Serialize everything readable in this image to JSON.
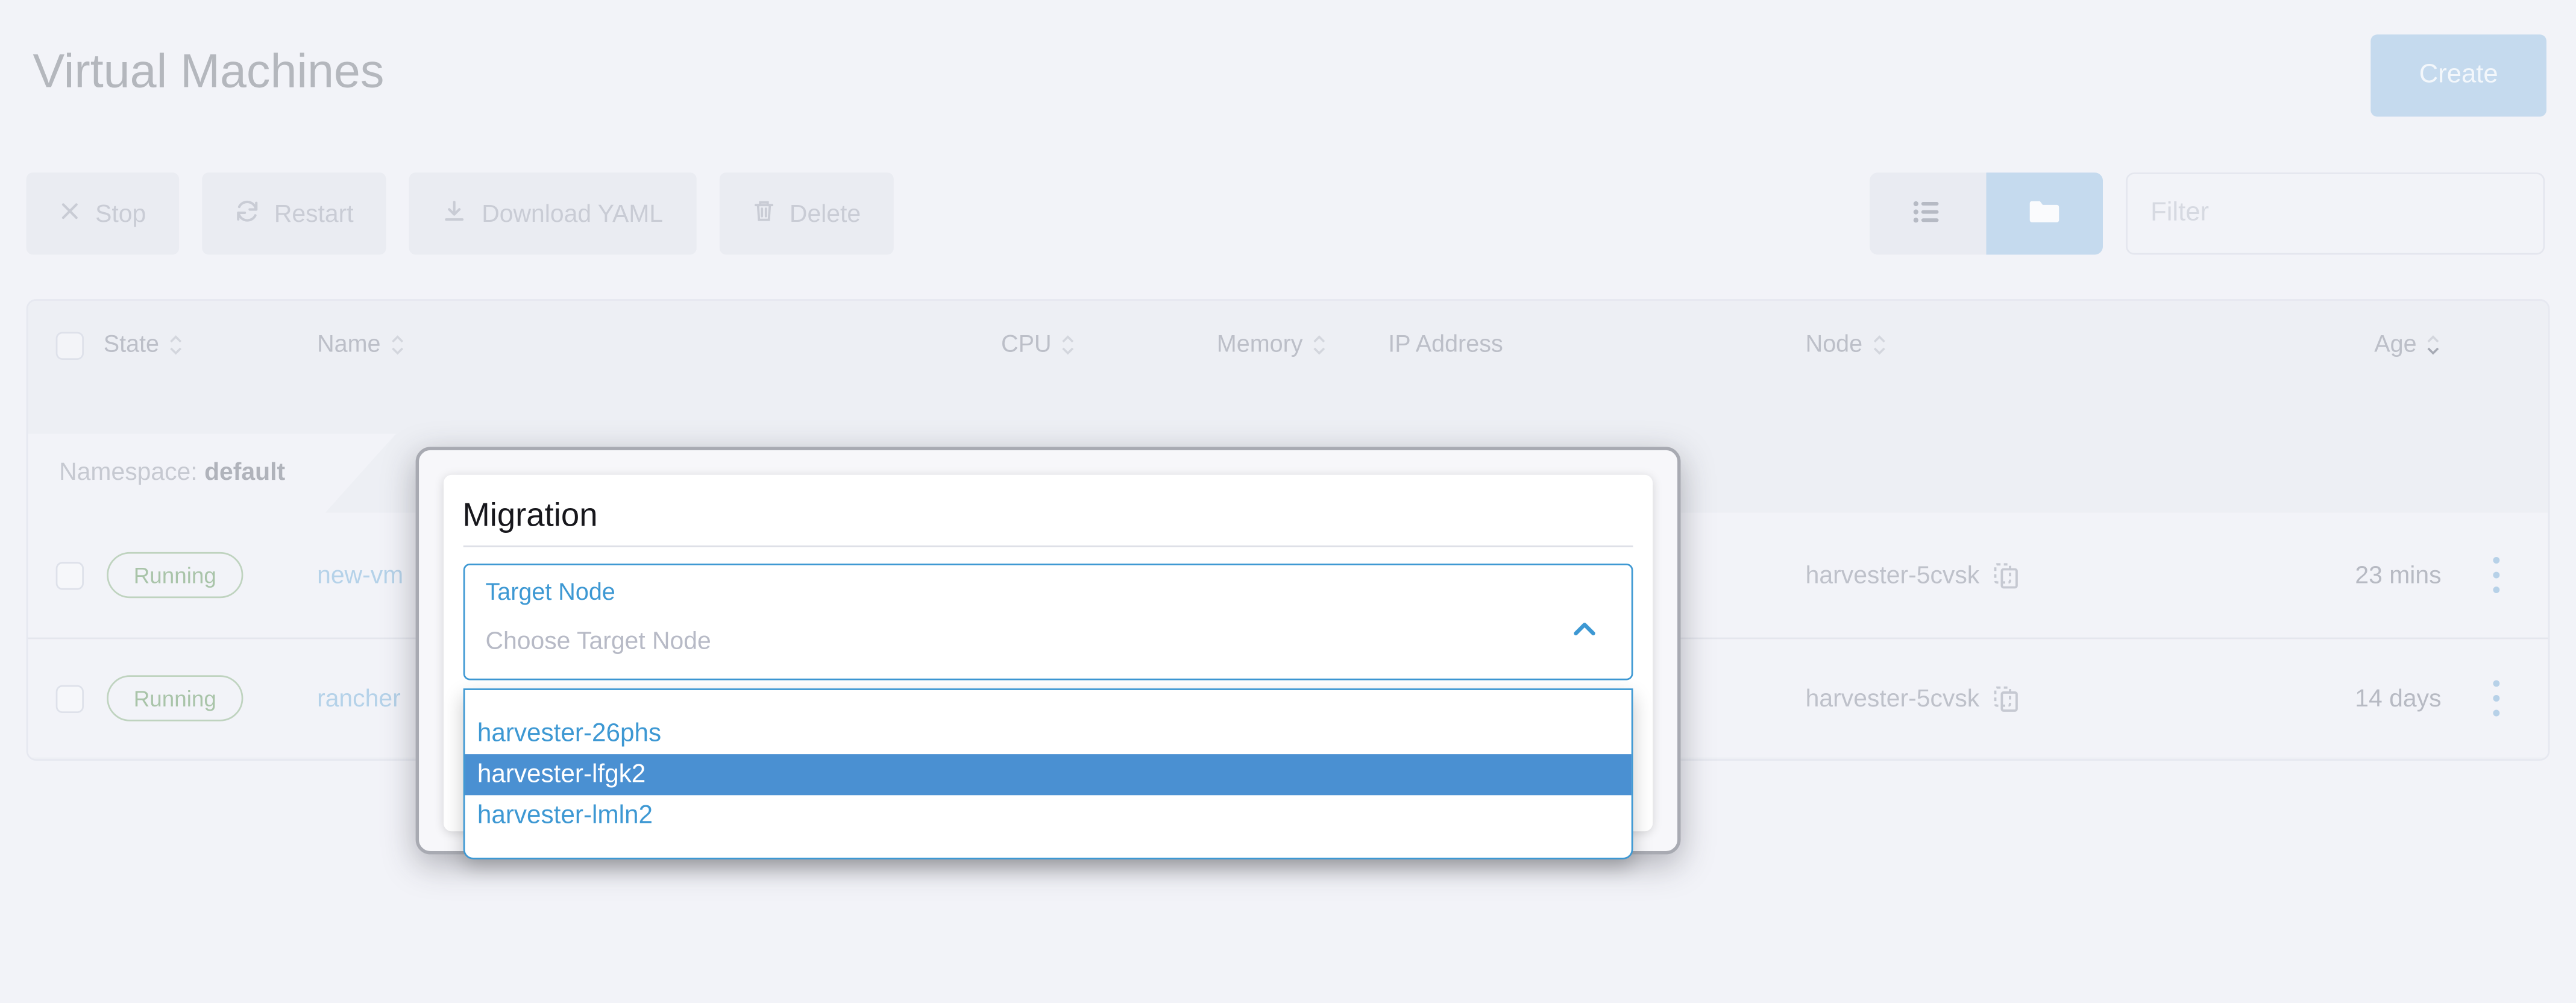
{
  "page": {
    "title": "Virtual Machines",
    "background": "#f2f3f8"
  },
  "header": {
    "create_label": "Create"
  },
  "toolbar": {
    "buttons": [
      {
        "label": "Stop",
        "icon": "x-icon"
      },
      {
        "label": "Restart",
        "icon": "refresh-icon"
      },
      {
        "label": "Download YAML",
        "icon": "download-icon"
      },
      {
        "label": "Delete",
        "icon": "trash-icon"
      }
    ],
    "view_toggle": {
      "options": [
        "list",
        "folder"
      ],
      "active": "folder"
    },
    "filter_placeholder": "Filter"
  },
  "table": {
    "columns": [
      {
        "label": "State",
        "sortable": true
      },
      {
        "label": "Name",
        "sortable": true
      },
      {
        "label": "CPU",
        "sortable": true
      },
      {
        "label": "Memory",
        "sortable": true
      },
      {
        "label": "IP Address",
        "sortable": false
      },
      {
        "label": "Node",
        "sortable": true
      },
      {
        "label": "Age",
        "sortable": true,
        "sorted": "desc"
      }
    ],
    "group": {
      "label": "Namespace:",
      "value": "default"
    },
    "rows": [
      {
        "state": "Running",
        "name": "new-vm",
        "node": "harvester-5cvsk",
        "age": "23 mins"
      },
      {
        "state": "Running",
        "name": "rancher",
        "node": "harvester-5cvsk",
        "age": "14 days"
      }
    ]
  },
  "modal": {
    "title": "Migration",
    "field": {
      "label": "Target Node",
      "placeholder": "Choose Target Node"
    },
    "options": [
      "harvester-26phs",
      "harvester-lfgk2",
      "harvester-lmln2"
    ],
    "selected_index": 1,
    "selected_option": "harvester-lfgk2"
  },
  "colors": {
    "accent": "#3d98d3",
    "option-selected-bg": "#4a90d2",
    "modal-border": "#a8aab2",
    "page-bg": "#f2f3f8",
    "table-bg": "#edeff4",
    "row-bg": "#f2f3f8",
    "dim-text": "#bcbfc8",
    "dim-link": "#b5d2e9",
    "dim-primary": "#c5daee",
    "dim-success": "#a9c4a9"
  }
}
